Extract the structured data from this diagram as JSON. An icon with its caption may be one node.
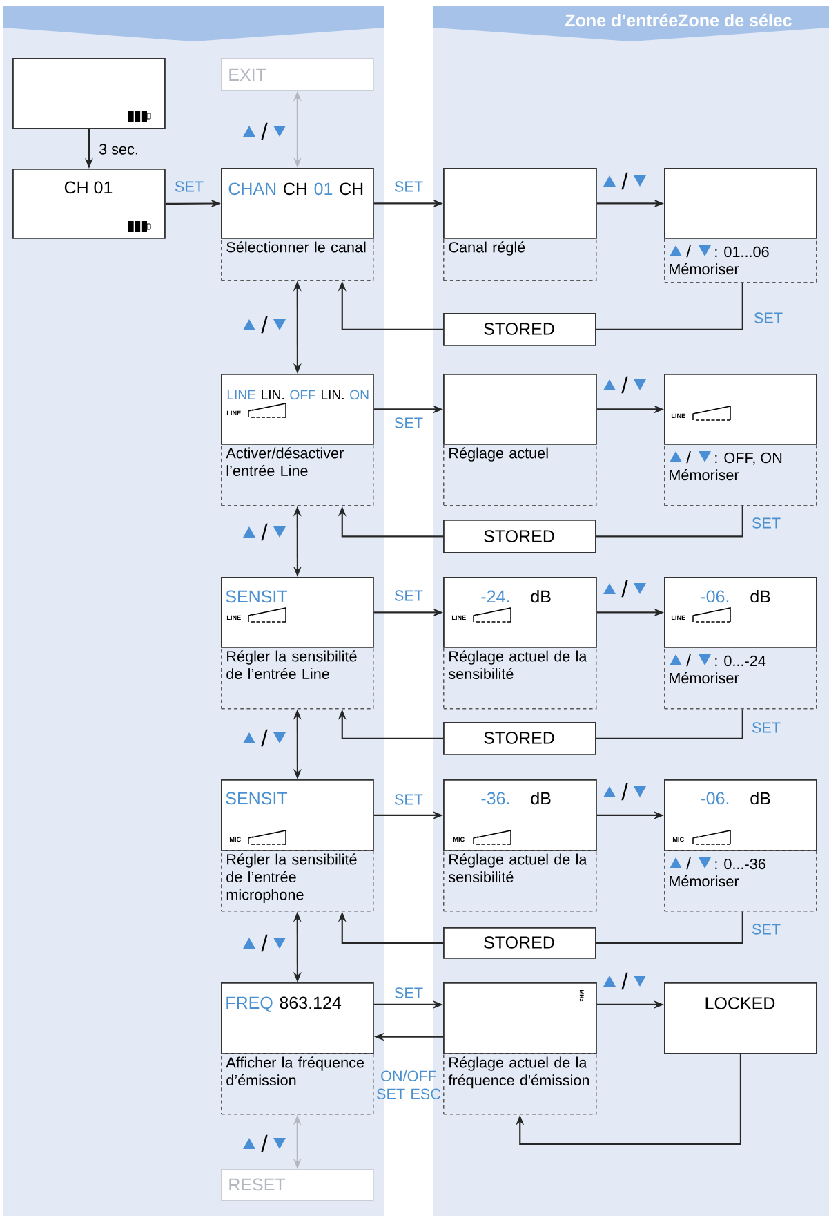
{
  "diagram": {
    "title": "Zone d’entréeZone de sélec",
    "nodes": [
      {
        "text": [],
        "shape": "box"
      },
      {
        "text": [
          "CH  01"
        ]
      },
      {
        "text": [
          "EXIT"
        ]
      },
      {
        "text": [
          "CHAN",
          "CH",
          "01",
          "CH"
        ]
      },
      {
        "text": [
          "Sélectionner le canal"
        ]
      },
      {
        "text": [],
        "shape": "box"
      },
      {
        "text": [
          "Canal réglé"
        ]
      },
      {
        "text": [],
        "shape": "box"
      },
      {
        "text": [
          "/",
          ": 01...06",
          "Mémoriser"
        ]
      },
      {
        "text": [
          "STORED"
        ]
      },
      {
        "text": [
          "LINE",
          "LIN.",
          "OFF",
          "LIN.",
          "ON",
          "LINE"
        ]
      },
      {
        "text": [
          "Activer/désactiver l’entrée Line"
        ]
      },
      {
        "text": [],
        "shape": "box"
      },
      {
        "text": [
          "Réglage actuel"
        ]
      },
      {
        "text": [
          "LINE"
        ]
      },
      {
        "text": [
          "/",
          ": OFF, ON",
          "Mémoriser"
        ]
      },
      {
        "text": [
          "STORED"
        ]
      },
      {
        "text": [
          "SENSIT",
          "LINE"
        ]
      },
      {
        "text": [
          "Régler la sensibilité de l’entrée Line"
        ]
      },
      {
        "text": [
          "-24.",
          "dB",
          "LINE"
        ]
      },
      {
        "text": [
          "Réglage actuel de la sensibilité"
        ]
      },
      {
        "text": [
          "-06.",
          "dB",
          "LINE"
        ]
      },
      {
        "text": [
          "/",
          ": 0...-24",
          "Mémoriser"
        ]
      },
      {
        "text": [
          "STORED"
        ]
      },
      {
        "text": [
          "SENSIT",
          "MIC"
        ]
      },
      {
        "text": [
          "Régler la sensibilité de l’entrée microphone"
        ]
      },
      {
        "text": [
          "-36.",
          "dB",
          "MIC"
        ]
      },
      {
        "text": [
          "Réglage actuel de la sensibilité"
        ]
      },
      {
        "text": [
          "-06.",
          "dB",
          "MIC"
        ]
      },
      {
        "text": [
          "/",
          ": 0...-36",
          "Mémoriser"
        ]
      },
      {
        "text": [
          "STORED"
        ]
      },
      {
        "text": [
          "FREQ",
          "863.124"
        ]
      },
      {
        "text": [
          "Afficher la fréquence d’émission"
        ]
      },
      {
        "text": [
          "MHz"
        ]
      },
      {
        "text": [
          "Réglage actuel de la fréquence d'émission"
        ]
      },
      {
        "text": [
          "LOCKED"
        ]
      },
      {
        "text": [
          "RESET"
        ]
      }
    ],
    "edges": [
      {
        "from": 0,
        "to": 1,
        "arrow": "to",
        "label": "3 sec."
      },
      {
        "from": 1,
        "to": 3,
        "arrow": "to",
        "label": "SET"
      },
      {
        "from": 3,
        "to": 2,
        "arrow": "both",
        "label": "/",
        "color": "#b3b8c0"
      },
      {
        "from": 3,
        "to": 5,
        "arrow": "to",
        "label": "SET"
      },
      {
        "from": 5,
        "to": 7,
        "arrow": "to",
        "label": "/"
      },
      {
        "from": 8,
        "to": 9,
        "arrow": "none",
        "label": "SET"
      },
      {
        "from": 9,
        "to": 4,
        "arrow": "to"
      },
      {
        "from": 4,
        "to": 10,
        "arrow": "both",
        "label": "/"
      },
      {
        "from": 10,
        "to": 12,
        "arrow": "to",
        "label": "SET"
      },
      {
        "from": 12,
        "to": 14,
        "arrow": "to",
        "label": "/"
      },
      {
        "from": 15,
        "to": 16,
        "arrow": "none",
        "label": "SET"
      },
      {
        "from": 16,
        "to": 11,
        "arrow": "to"
      },
      {
        "from": 11,
        "to": 17,
        "arrow": "both",
        "label": "/"
      },
      {
        "from": 17,
        "to": 19,
        "arrow": "to",
        "label": "SET"
      },
      {
        "from": 19,
        "to": 21,
        "arrow": "to",
        "label": "/"
      },
      {
        "from": 22,
        "to": 23,
        "arrow": "none",
        "label": "SET"
      },
      {
        "from": 23,
        "to": 18,
        "arrow": "to"
      },
      {
        "from": 18,
        "to": 24,
        "arrow": "both",
        "label": "/"
      },
      {
        "from": 24,
        "to": 26,
        "arrow": "to",
        "label": "SET"
      },
      {
        "from": 26,
        "to": 28,
        "arrow": "to",
        "label": "/"
      },
      {
        "from": 29,
        "to": 30,
        "arrow": "none",
        "label": "SET"
      },
      {
        "from": 30,
        "to": 25,
        "arrow": "to"
      },
      {
        "from": 25,
        "to": 31,
        "arrow": "both",
        "label": "/"
      },
      {
        "from": 31,
        "to": 33,
        "arrow": "to",
        "label": "SET"
      },
      {
        "from": 33,
        "to": 31,
        "arrow": "to",
        "label": "ON/OFF SET ESC"
      },
      {
        "from": 33,
        "to": 35,
        "arrow": "to",
        "label": "/"
      },
      {
        "from": 35,
        "to": 34,
        "arrow": "to"
      },
      {
        "from": 32,
        "to": 36,
        "arrow": "both",
        "label": "/",
        "color": "#b3b8c0"
      }
    ]
  }
}
